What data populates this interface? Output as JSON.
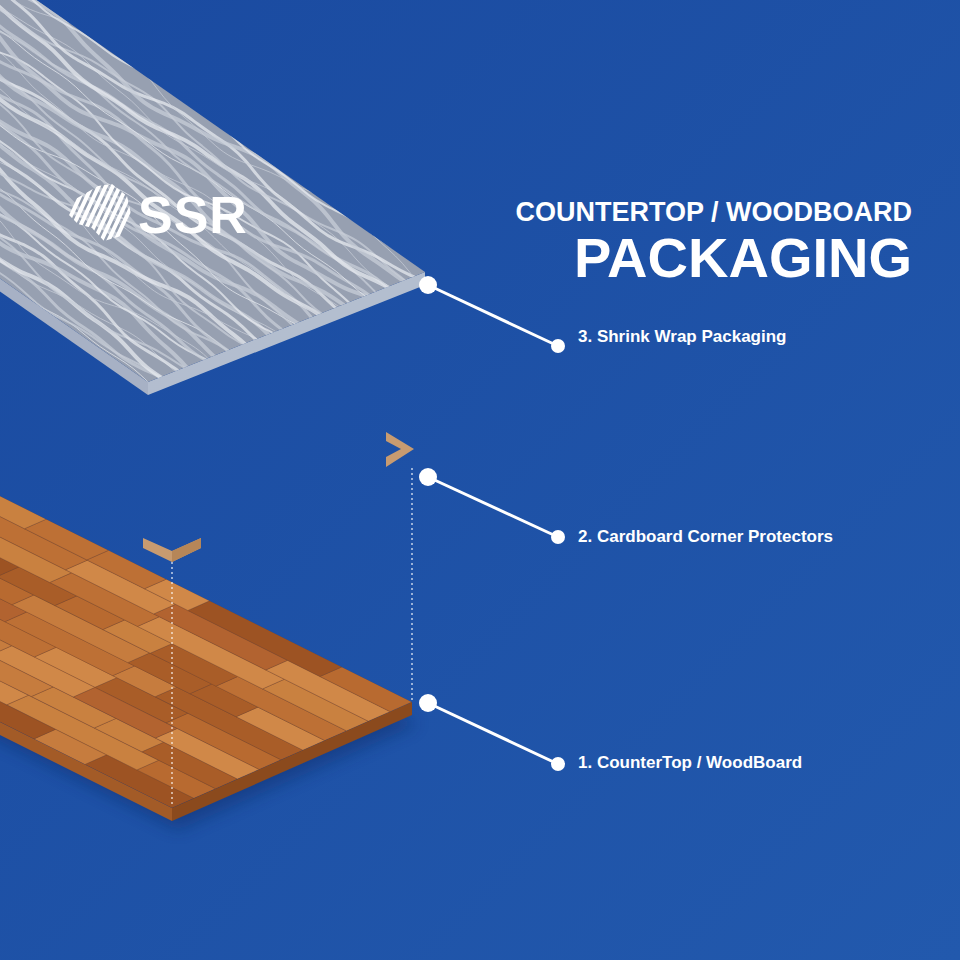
{
  "diagram": {
    "title": "PACKAGING",
    "labels": [
      "SSR",
      "COUNTERTOP / WOODBOARD",
      "3. Shrink Wrap Packaging",
      "2. Cardboard Corner Protectors",
      "1. CounterTop / WoodBoard"
    ]
  }
}
